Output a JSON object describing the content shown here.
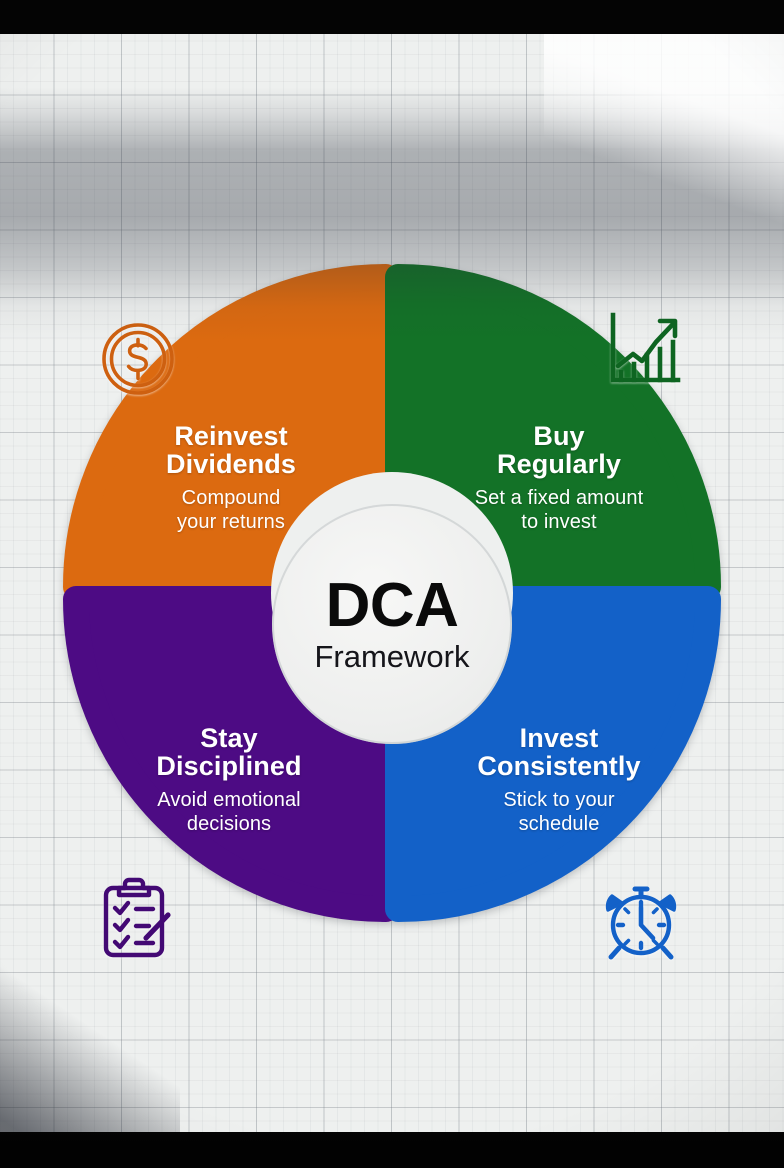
{
  "diagram": {
    "type": "donut-quadrant-framework",
    "center": {
      "title": "DCA",
      "subtitle": "Framework"
    },
    "quadrants": [
      {
        "id": "reinvest-dividends",
        "position": "top-left",
        "title_line1": "Reinvest",
        "title_line2": "Dividends",
        "subtitle_line1": "Compound",
        "subtitle_line2": "your returns",
        "color": "#DC6A10",
        "icon": "dollar-coin-icon"
      },
      {
        "id": "buy-regularly",
        "position": "top-right",
        "title_line1": "Buy",
        "title_line2": "Regularly",
        "subtitle_line1": "Set a fixed amount",
        "subtitle_line2": "to invest",
        "color": "#137227",
        "icon": "growth-chart-icon"
      },
      {
        "id": "stay-disciplined",
        "position": "bottom-left",
        "title_line1": "Stay",
        "title_line2": "Disciplined",
        "subtitle_line1": "Avoid emotional",
        "subtitle_line2": "decisions",
        "color": "#4D0B84",
        "icon": "clipboard-checklist-icon"
      },
      {
        "id": "invest-consistently",
        "position": "bottom-right",
        "title_line1": "Invest",
        "title_line2": "Consistently",
        "subtitle_line1": "Stick to your",
        "subtitle_line2": "schedule",
        "color": "#1361C8",
        "icon": "alarm-clock-icon"
      }
    ],
    "background": {
      "surface": "grid-paper",
      "paper_color": "#EEF0EF",
      "grid_line_color": "#7A828A"
    }
  }
}
